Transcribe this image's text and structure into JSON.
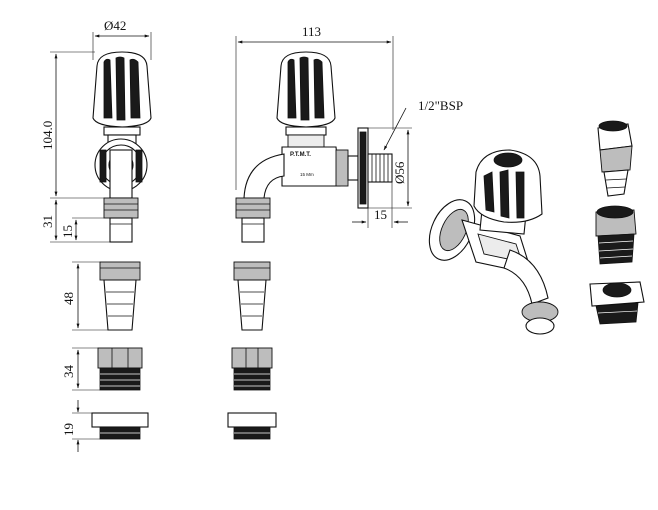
{
  "dimensions": {
    "top_diameter": "Ø42",
    "overall_length": "113",
    "height": "104.0",
    "thread": "1/2\"BSP",
    "flange_diameter": "Ø56",
    "thread_length": "15",
    "nut_height": "31",
    "spout_length": "15",
    "hose_adapter_length": "48",
    "male_adapter_length": "34",
    "reducer_length": "19"
  },
  "marks": {
    "brand": "P.T.M.T.",
    "size": "15 Mm"
  },
  "colors": {
    "line": "#111111",
    "dark_fill": "#1a1a1a",
    "mid_fill": "#bdbdbd"
  }
}
